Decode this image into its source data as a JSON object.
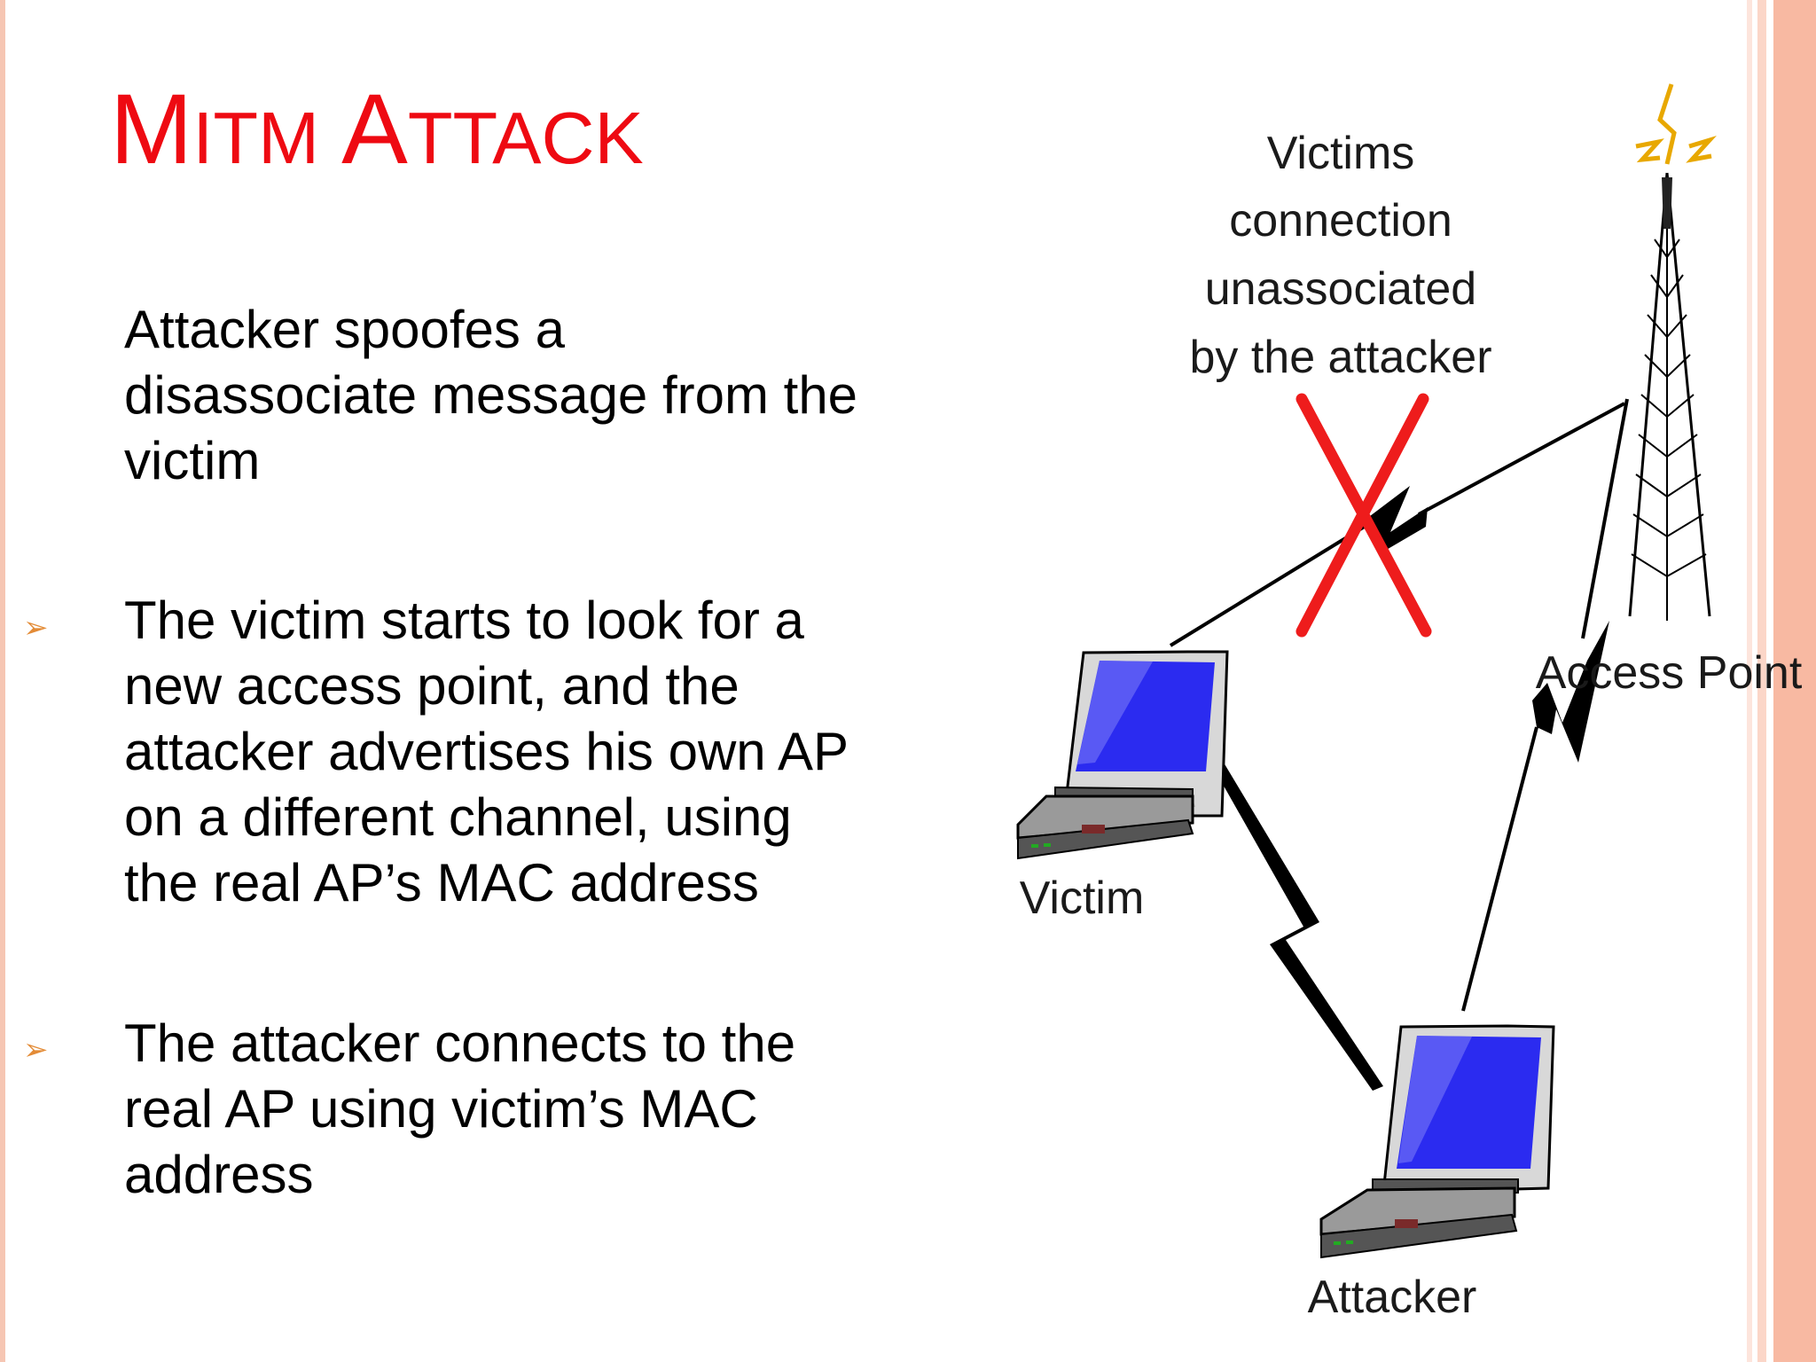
{
  "slide": {
    "title": {
      "initial_1": "M",
      "rest_1": "ITM",
      "initial_2": "A",
      "rest_2": "TTACK"
    },
    "paragraphs": [
      " Attacker spoofes a\ndisassociate message from the\nvictim",
      "The victim starts to look for a\nnew access point, and the\nattacker advertises his own AP\non a different channel, using\nthe real AP’s MAC address",
      "The attacker connects to the\nreal AP using victim’s MAC\naddress"
    ],
    "bullet_glyph": "➢",
    "colors": {
      "title": "#ee0a12",
      "bullet": "#e38b36",
      "cross": "#ee1c1c",
      "screen": "#2b2bf0"
    }
  },
  "diagram": {
    "note_lines": [
      "Victims",
      "connection",
      "unassociated",
      "by the attacker"
    ],
    "labels": {
      "access_point": "Access Point",
      "victim": "Victim",
      "attacker": "Attacker"
    },
    "icons": [
      "antenna-tower-icon",
      "laptop-icon",
      "lightning-link-icon",
      "cross-mark-icon"
    ]
  }
}
